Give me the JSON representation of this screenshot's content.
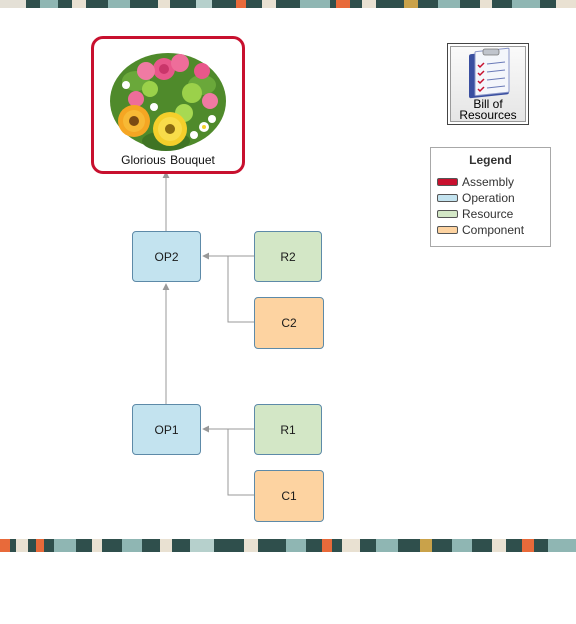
{
  "assembly": {
    "label": "Glorious Bouquet",
    "icon": "flower-bouquet-icon",
    "border_color": "#c8102e"
  },
  "operations": [
    {
      "label": "OP2"
    },
    {
      "label": "OP1"
    }
  ],
  "resources": [
    {
      "label": "R2"
    },
    {
      "label": "R1"
    }
  ],
  "components": [
    {
      "label": "C2"
    },
    {
      "label": "C1"
    }
  ],
  "bill_of_resources": {
    "line1": "Bill of",
    "line2": "Resources",
    "icon": "clipboard-checklist-icon"
  },
  "legend": {
    "title": "Legend",
    "items": [
      {
        "label": "Assembly",
        "color": "#c8102e"
      },
      {
        "label": "Operation",
        "color": "#c3e3ef"
      },
      {
        "label": "Resource",
        "color": "#d3e7c6"
      },
      {
        "label": "Component",
        "color": "#fdd3a1"
      }
    ]
  },
  "connector_color": "#999999"
}
